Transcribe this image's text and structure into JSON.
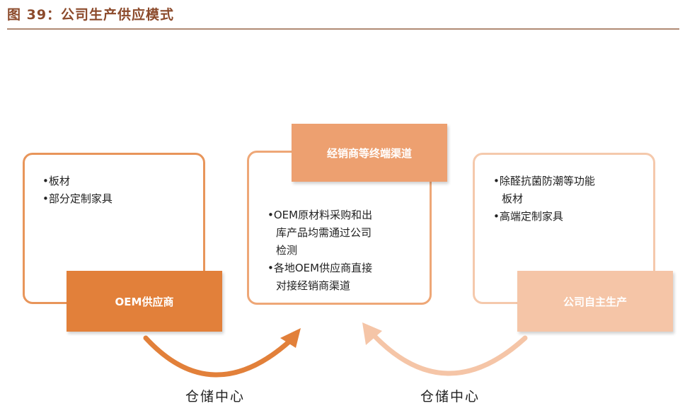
{
  "figure": {
    "title": "图 39：公司生产供应模式"
  },
  "left": {
    "bullets": [
      "•板材",
      "•部分定制家具"
    ],
    "label": "OEM供应商",
    "color": "#e2803a"
  },
  "center": {
    "bullets": [
      "•OEM原材料采购和出",
      "库产品均需通过公司",
      "检测",
      "•各地OEM供应商直接",
      "对接经销商渠道"
    ],
    "label": "经销商等终端渠道",
    "color": "#eda070"
  },
  "right": {
    "bullets": [
      "•除醛抗菌防潮等功能",
      "板材",
      "•高端定制家具"
    ],
    "label": "公司自主生产",
    "color": "#f5c5a7"
  },
  "captions": {
    "left": "仓储中心",
    "right": "仓储中心"
  }
}
